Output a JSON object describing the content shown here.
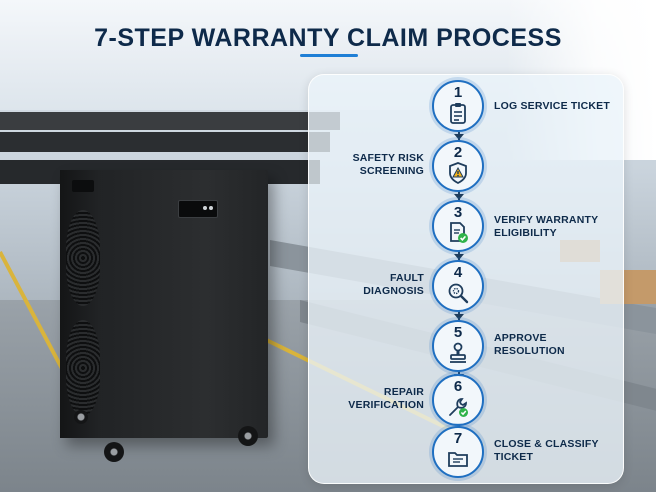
{
  "title": "7-STEP WARRANTY CLAIM PROCESS",
  "colors": {
    "title": "#0e2a4a",
    "accent": "#1f6fc1",
    "success": "#2fb34a",
    "warning": "#f2b21a"
  },
  "steps": [
    {
      "number": "1",
      "label_line1": "LOG SERVICE TICKET",
      "label_line2": "",
      "side": "right",
      "icon": "clipboard-icon"
    },
    {
      "number": "2",
      "label_line1": "SAFETY RISK",
      "label_line2": "SCREENING",
      "side": "left",
      "icon": "warning-shield-icon"
    },
    {
      "number": "3",
      "label_line1": "VERIFY WARRANTY",
      "label_line2": "ELIGIBILITY",
      "side": "right",
      "icon": "document-check-icon"
    },
    {
      "number": "4",
      "label_line1": "FAULT",
      "label_line2": "DIAGNOSIS",
      "side": "left",
      "icon": "magnifier-gear-icon"
    },
    {
      "number": "5",
      "label_line1": "APPROVE",
      "label_line2": "RESOLUTION",
      "side": "right",
      "icon": "stamp-icon"
    },
    {
      "number": "6",
      "label_line1": "REPAIR",
      "label_line2": "VERIFICATION",
      "side": "left",
      "icon": "wrench-check-icon"
    },
    {
      "number": "7",
      "label_line1": "CLOSE & CLASSIFY",
      "label_line2": "TICKET",
      "side": "right",
      "icon": "folder-icon"
    }
  ]
}
